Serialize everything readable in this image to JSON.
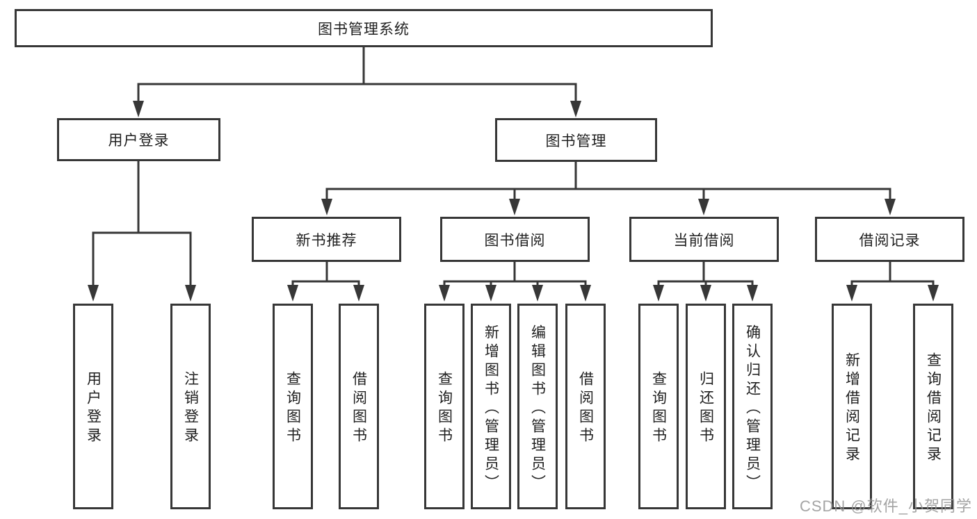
{
  "diagram": {
    "root": "图书管理系统",
    "level2": {
      "user_login": "用户登录",
      "book_mgmt": "图书管理"
    },
    "level3": {
      "new_books": "新书推荐",
      "book_borrow": "图书借阅",
      "current_borrow": "当前借阅",
      "borrow_records": "借阅记录"
    },
    "leaves": {
      "user_login": [
        "用户登录",
        "注销登录"
      ],
      "new_books": [
        "查询图书",
        "借阅图书"
      ],
      "book_borrow": [
        "查询图书",
        "新增图书（管理员）",
        "编辑图书（管理员）",
        "借阅图书"
      ],
      "current_borrow": [
        "查询图书",
        "归还图书",
        "确认归还（管理员）"
      ],
      "borrow_records": [
        "新增借阅记录",
        "查询借阅记录"
      ]
    },
    "watermark": "CSDN @软件_小贺同学",
    "colors": {
      "line": "#373737",
      "text": "#1f1f1f",
      "watermark": "#999999",
      "background": "#ffffff"
    }
  }
}
